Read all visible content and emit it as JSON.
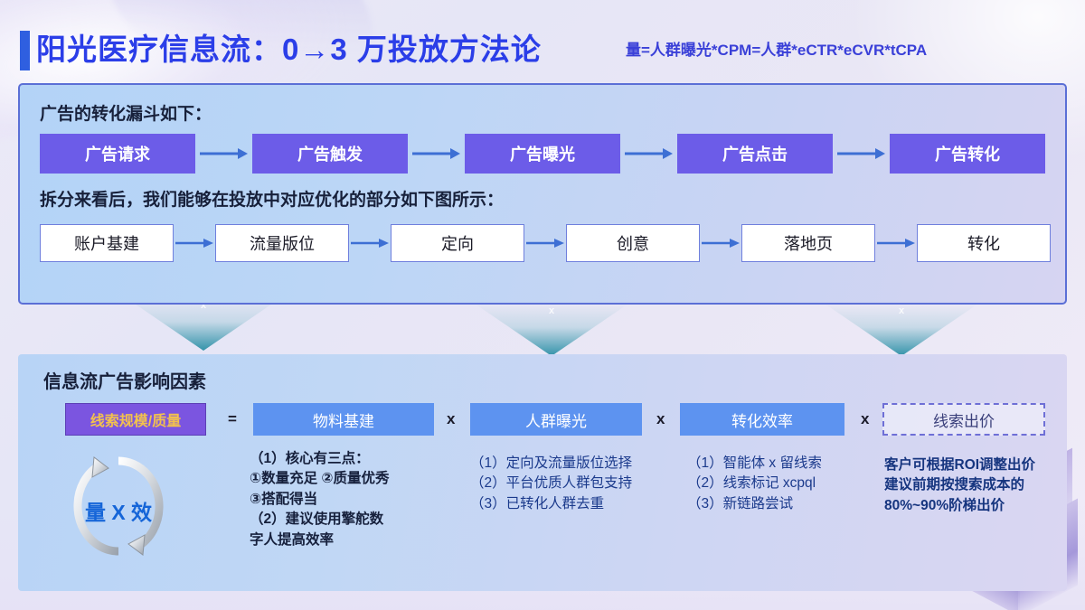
{
  "header": {
    "title": "阳光医疗信息流：0→3 万投放方法论",
    "formula": "量=人群曝光*CPM=人群*eCTR*eCVR*tCPA",
    "accent_color": "#2f5fe0",
    "title_color": "#2b3ee8"
  },
  "top_panel": {
    "lead_1": "广告的转化漏斗如下：",
    "lead_2": "拆分来看后，我们能够在投放中对应优化的部分如下图所示：",
    "funnel_steps": [
      {
        "label": "广告请求"
      },
      {
        "label": "广告触发"
      },
      {
        "label": "广告曝光"
      },
      {
        "label": "广告点击"
      },
      {
        "label": "广告转化"
      }
    ],
    "optimize_steps": [
      {
        "label": "账户基建"
      },
      {
        "label": "流量版位"
      },
      {
        "label": "定向"
      },
      {
        "label": "创意"
      },
      {
        "label": "落地页"
      },
      {
        "label": "转化"
      }
    ],
    "chip_color": "#6c5ce8",
    "panel_border": "#5b6fd6"
  },
  "bottom_panel": {
    "title": "信息流广告影响因素",
    "result_box": {
      "label": "线索规模/质量",
      "bg": "#7b55e0",
      "text_color": "#f2c14e"
    },
    "equals": "=",
    "multiply": "x",
    "factors": [
      {
        "label": "物料基建",
        "style": "blue"
      },
      {
        "label": "人群曝光",
        "style": "blue"
      },
      {
        "label": "转化效率",
        "style": "blue"
      },
      {
        "label": "线索出价",
        "style": "dashed"
      }
    ],
    "details": [
      "（1）核心有三点：\n①数量充足 ②质量优秀\n③搭配得当\n （2）建议使用擎舵数\n字人提高效率",
      "（1）定向及流量版位选择\n（2）平台优质人群包支持\n（3）已转化人群去重",
      "（1）智能体 x 留线索\n（2）线索标记 xcpql\n（3）新链路尝试",
      "客户可根据ROI调整出价\n建议前期按搜索成本的\n80%~90%阶梯出价"
    ],
    "cycle_label": "量 X 效",
    "factor_blue": "#5d93f0"
  },
  "decorations": {
    "chevron_marks": [
      "x",
      "x",
      "x"
    ],
    "chevron_color": "#248ca3"
  }
}
